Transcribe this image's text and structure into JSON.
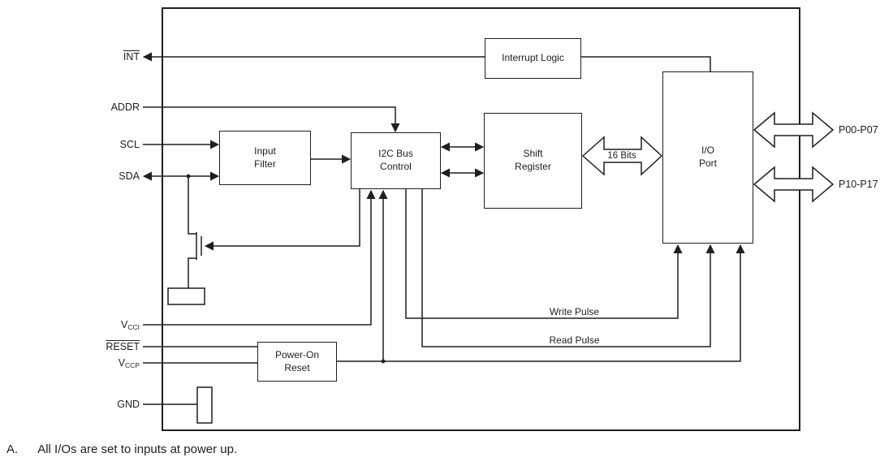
{
  "colors": {
    "line": "#1f1f1f",
    "text": "#1f1f1f",
    "background": "#ffffff"
  },
  "blocks": {
    "interrupt_logic": "Interrupt Logic",
    "input_filter": "Input\nFilter",
    "i2c_bus_control": "I2C Bus\nControl",
    "shift_register": "Shift\nRegister",
    "io_port": "I/O\nPort",
    "power_on_reset": "Power-On\nReset"
  },
  "pins": {
    "int": "INT",
    "addr": "ADDR",
    "scl": "SCL",
    "sda": "SDA",
    "vcci_base": "V",
    "vcci_sub": "CCI",
    "reset": "RESET",
    "vccp_base": "V",
    "vccp_sub": "CCP",
    "gnd": "GND"
  },
  "ports": {
    "p00_p07": "P00-P07",
    "p10_p17": "P10-P17"
  },
  "wire_labels": {
    "bus_width": "16 Bits",
    "write_pulse": "Write Pulse",
    "read_pulse": "Read Pulse"
  },
  "footnote": {
    "marker": "A.",
    "text": "All I/Os are set to inputs at power up."
  }
}
